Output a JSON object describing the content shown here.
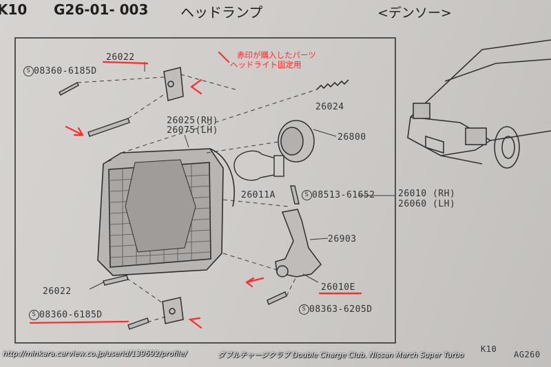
{
  "header": {
    "model_code": "K10",
    "figure_number": "G26-01- 003",
    "figure_title": "ヘッドランプ",
    "supplier": "<デンソー>"
  },
  "annotation": {
    "line1": "赤印が購入したパーツ",
    "line2": "ヘッドライト固定用"
  },
  "parts": {
    "p26022_top": "26022",
    "p08360_top": "08360-6185D",
    "p26024": "26024",
    "p26025": "26025(RH)",
    "p26075": "26075(LH)",
    "p26800": "26800",
    "p26011A": "26011A",
    "p08513": "08513-61652",
    "p26010": "26010 (RH)",
    "p26060": "26060 (LH)",
    "p26903": "26903",
    "p26022_bottom": "26022",
    "p08360_bottom": "08360-6185D",
    "p26010E": "26010E",
    "p08363": "08363-6205D"
  },
  "footer": {
    "model_code": "K10",
    "page_ref": "AG260"
  },
  "credit": {
    "url": "http://minkara.carview.co.jp/userid/139692/profile/",
    "club": "ダブルチャージクラブ Double Charge Club. Nissan March Super Turbo"
  },
  "colors": {
    "paper": "#d3d0ce",
    "ink": "#2b2b2b",
    "red_markup": "#ff2a2a"
  }
}
